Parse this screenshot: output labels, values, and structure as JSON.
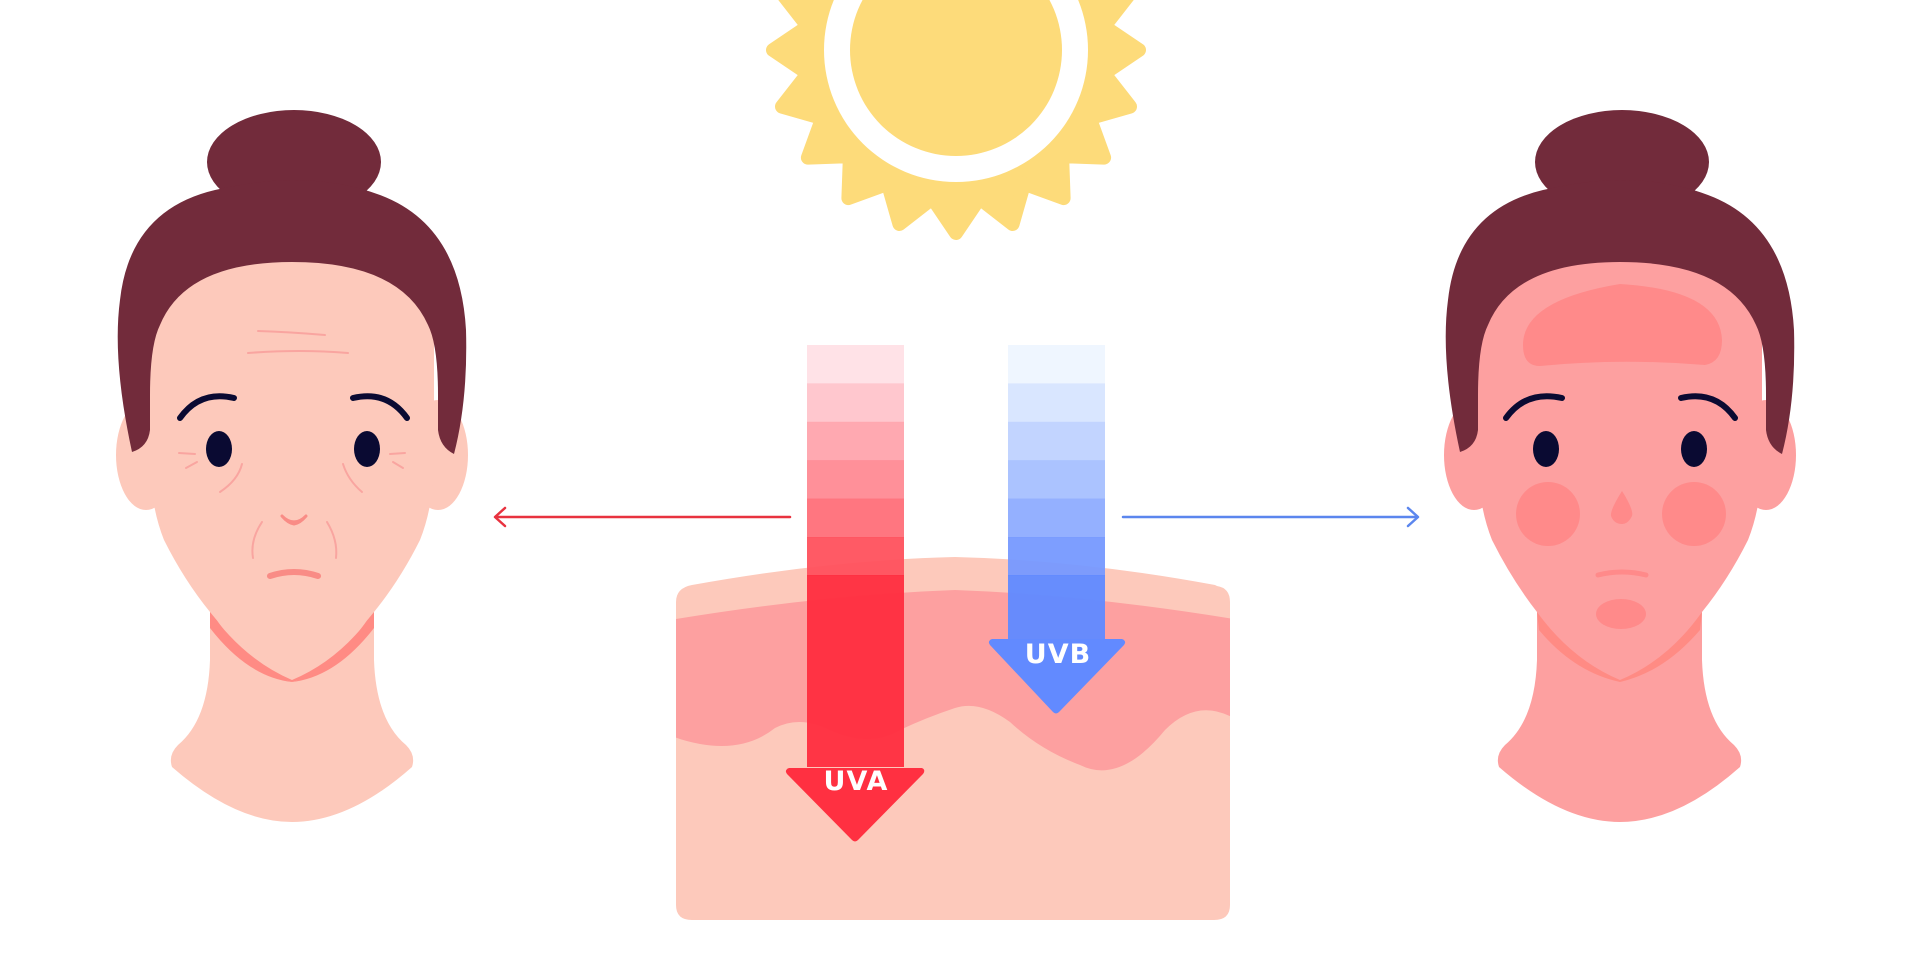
{
  "illustration": {
    "subject": "UV radiation effects on skin",
    "sun": {
      "color": "#fddb7a",
      "ring_color": "#ffffff"
    },
    "uva": {
      "label": "UVA",
      "effect_face": "left",
      "bands": [
        "#ffe0e6",
        "#ffc4cb",
        "#ffa4ad",
        "#ff8a93",
        "#ff6f79",
        "#ff515d"
      ],
      "solid_color": "#ff3041"
    },
    "uvb": {
      "label": "UVB",
      "effect_face": "right",
      "bands": [
        "#eef6ff",
        "#d7e5ff",
        "#bfd2ff",
        "#a6c0ff",
        "#8eacff",
        "#7699ff"
      ],
      "solid_color": "#628aff"
    },
    "skin_cross_section": {
      "epidermis_color": "#fdc9bb",
      "dermis_color": "#fda0a0",
      "hypodermis_color": "#fdc9bb"
    },
    "left_arrow": {
      "direction": "left",
      "color": "#e8323f"
    },
    "right_arrow": {
      "direction": "right",
      "color": "#5b86ee"
    },
    "left_face": {
      "state": "aged-wrinkled",
      "skin_color": "#fdc9bb",
      "hair_color": "#722b3b"
    },
    "right_face": {
      "state": "sunburned",
      "skin_color": "#fda0a0",
      "blush_color": "#ff8a8a",
      "hair_color": "#722b3b"
    }
  }
}
